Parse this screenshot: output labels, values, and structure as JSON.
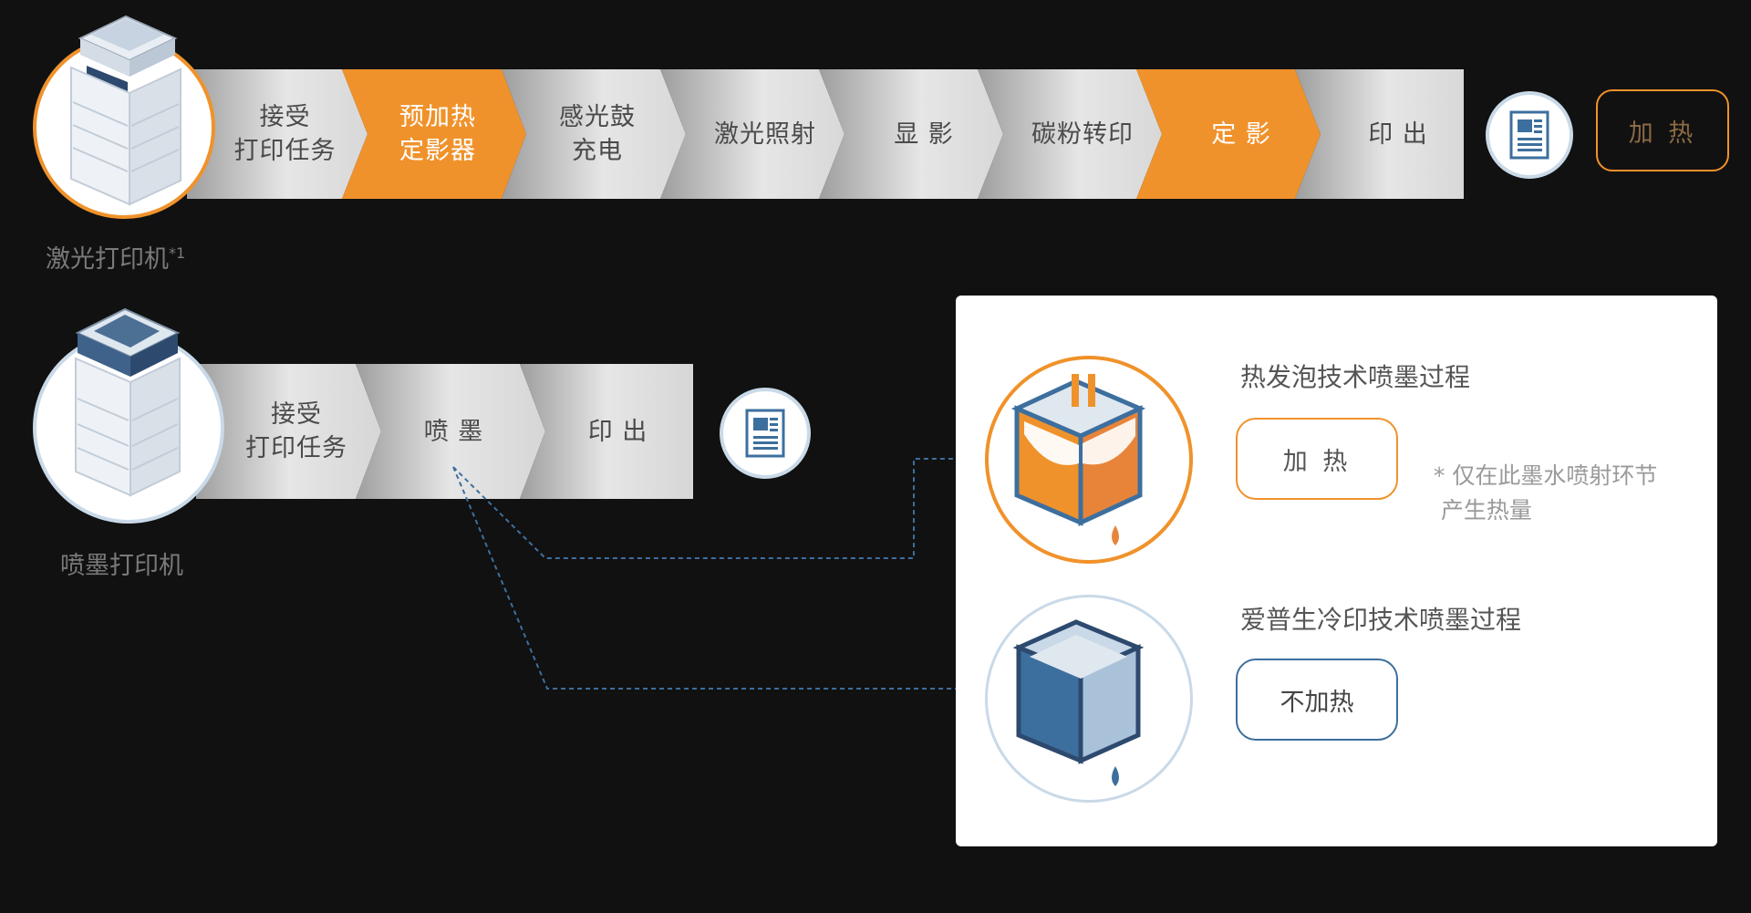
{
  "laser": {
    "caption": "激光打印机",
    "caption_sup": "*1",
    "steps": [
      {
        "label": "接受\n打印任务",
        "hot": false
      },
      {
        "label": "预加热\n定影器",
        "hot": true
      },
      {
        "label": "感光鼓\n充电",
        "hot": false
      },
      {
        "label": "激光照射",
        "hot": false
      },
      {
        "label": "显 影",
        "hot": false
      },
      {
        "label": "碳粉转印",
        "hot": false
      },
      {
        "label": "定 影",
        "hot": true
      },
      {
        "label": "印 出",
        "hot": false
      }
    ],
    "heat_badge": "加 热"
  },
  "inkjet": {
    "caption": "喷墨打印机",
    "steps": [
      {
        "label": "接受\n打印任务",
        "hot": false
      },
      {
        "label": "喷 墨",
        "hot": false
      },
      {
        "label": "印 出",
        "hot": false
      }
    ]
  },
  "panel": {
    "thermal_title": "热发泡技术喷墨过程",
    "thermal_button": "加 热",
    "thermal_note": "* 仅在此墨水喷射环节\n   产生热量",
    "cold_title": "爱普生冷印技术喷墨过程",
    "cold_button": "不加热"
  },
  "colors": {
    "orange": "#f0922b",
    "blue": "#3d6f9e",
    "light_blue": "#c9d9e8",
    "gray_step": "#d6d6d6",
    "background": "#111111"
  },
  "icons": [
    "laser-printer-icon",
    "inkjet-printer-icon",
    "document-icon",
    "thermal-ink-cartridge-icon",
    "cold-ink-cartridge-icon"
  ]
}
